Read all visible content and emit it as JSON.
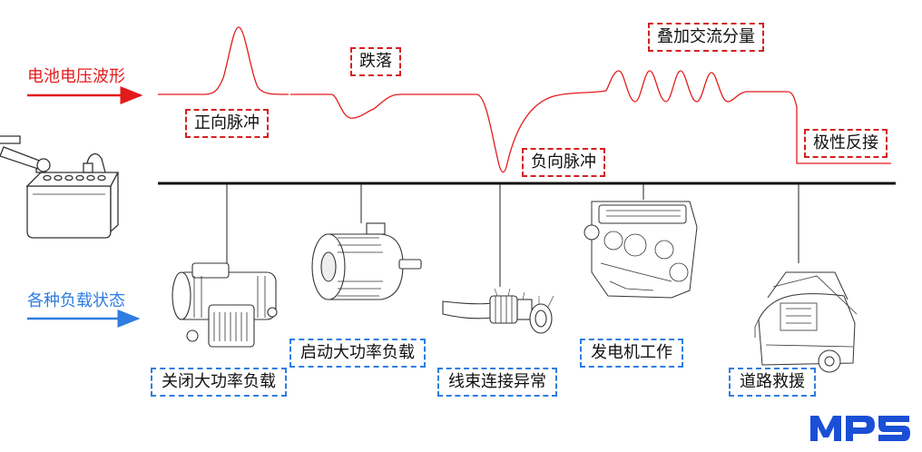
{
  "left_labels": {
    "battery_waveform": "电池电压波形",
    "load_states": "各种负载状态"
  },
  "disturbances": {
    "positive_pulse": "正向脉冲",
    "dip": "跌落",
    "negative_pulse": "负向脉冲",
    "ac_ripple": "叠加交流分量",
    "reverse_polarity": "极性反接"
  },
  "load_conditions": {
    "high_power_off": "关闭大功率负载",
    "high_power_start": "启动大功率负载",
    "harness_fault": "线束连接异常",
    "alternator_running": "发电机工作",
    "roadside_assist": "道路救援"
  },
  "logo": {
    "text": "MPS"
  },
  "colors": {
    "waveform": "#e31b1b",
    "load_accent": "#2f7de1",
    "timeline": "#111111",
    "logo": "#1a4fd6"
  },
  "icons": [
    "battery-icon",
    "wrench-icon",
    "pump-motor-icon",
    "electric-motor-icon",
    "wire-harness-connector-icon",
    "engine-alternator-icon",
    "car-jump-start-icon"
  ]
}
